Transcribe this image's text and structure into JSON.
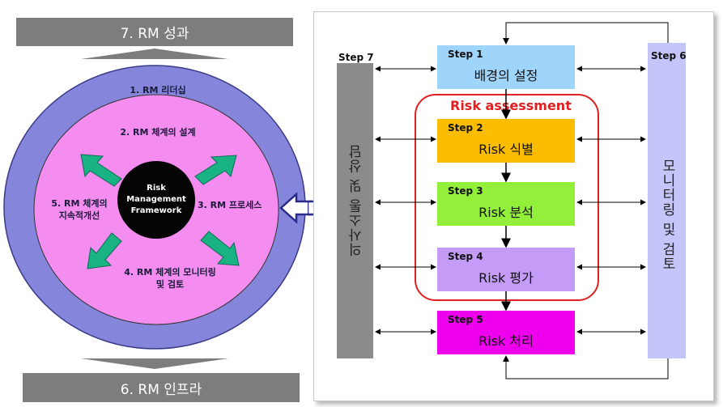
{
  "left_diagram": {
    "top_banner": "7. RM 성과",
    "bottom_banner": "6. RM 인프라",
    "outer_ring_label": "1. RM 리더십",
    "pink_labels": {
      "design": "2. RM  체계의 설계",
      "process": "3. RM 프로세스",
      "monitoring_line1": "4. RM 체계의 모니터링",
      "monitoring_line2": "및 검토",
      "improvement_line1": "5. RM 체계의",
      "improvement_line2": "지속적개선"
    },
    "center": {
      "line1": "Risk",
      "line2": "Management",
      "line3": "Framework"
    },
    "colors": {
      "outer_ring": "#8585dc",
      "middle_disk": "#f58cf0",
      "center": "#050505",
      "arrows": "#19b383",
      "banner": "#7d7d7d"
    }
  },
  "right_diagram": {
    "step7": {
      "label": "Step 7",
      "name": "의사소통 및 상담"
    },
    "step6": {
      "label": "Step 6",
      "name": "모니터링 및 검토"
    },
    "assessment_title": "Risk assessment",
    "steps": [
      {
        "label": "Step 1",
        "name": "배경의 설정",
        "color": "#9fd4fb"
      },
      {
        "label": "Step 2",
        "name": "Risk 식별",
        "color": "#fcbd00"
      },
      {
        "label": "Step 3",
        "name": "Risk 분석",
        "color": "#93f03a"
      },
      {
        "label": "Step 4",
        "name": "Risk 평가",
        "color": "#c49cf8"
      },
      {
        "label": "Step 5",
        "name": "Risk 처리",
        "color": "#ee00ee"
      }
    ],
    "colors": {
      "step7_bar": "#8b8b8b",
      "step6_bar": "#c5c5f9",
      "assessment_border": "#e02020",
      "assessment_title": "#e02020"
    }
  }
}
